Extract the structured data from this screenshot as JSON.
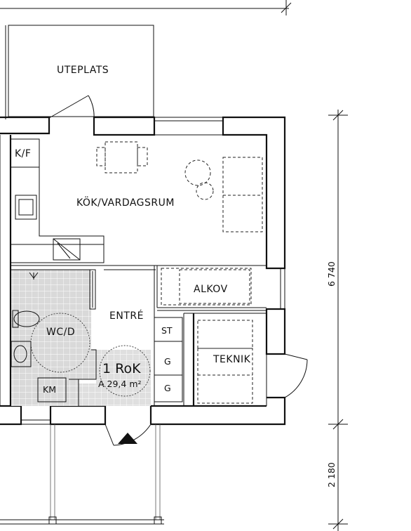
{
  "plan": {
    "rooms": {
      "uteplats": "UTEPLATS",
      "kitchen": "KÖK/VARDAGSRUM",
      "kf": "K/F",
      "alkov": "ALKOV",
      "entre": "ENTRÉ",
      "wcd": "WC/D",
      "teknik": "TEKNIK",
      "km": "KM",
      "st": "ST",
      "g1": "G",
      "g2": "G"
    },
    "unit": {
      "name": "1 RoK",
      "area": "A  29,4  m²"
    },
    "dimensions": {
      "depth": "6 740",
      "outside": "2 180"
    }
  }
}
